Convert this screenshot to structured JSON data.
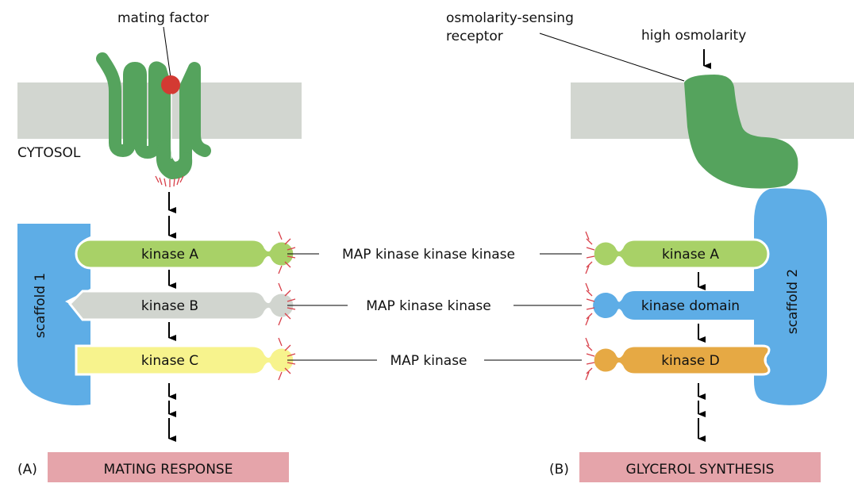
{
  "panel_a": {
    "tag": "(A)",
    "ligand_label": "mating factor",
    "compartment_label": "CYTOSOL",
    "scaffold_label": "scaffold 1",
    "kinases": [
      {
        "label": "kinase A",
        "color": "#a8d167"
      },
      {
        "label": "kinase B",
        "color": "#d1d5cf"
      },
      {
        "label": "kinase C",
        "color": "#f7f38d"
      }
    ],
    "response_label": "MATING RESPONSE"
  },
  "panel_b": {
    "tag": "(B)",
    "receptor_label_line1": "osmolarity-sensing",
    "receptor_label_line2": "receptor",
    "stimulus_label": "high osmolarity",
    "scaffold_label": "scaffold 2",
    "kinases": [
      {
        "label": "kinase A",
        "color": "#a8d167"
      },
      {
        "label": "kinase domain",
        "color": "#5eade6"
      },
      {
        "label": "kinase D",
        "color": "#e6a944"
      }
    ],
    "response_label": "GLYCEROL SYNTHESIS"
  },
  "center_labels": [
    "MAP kinase kinase kinase",
    "MAP kinase kinase",
    "MAP kinase"
  ],
  "colors": {
    "membrane": "#d2d6d0",
    "receptor": "#55a35d",
    "ligand": "#d33a32",
    "scaffold": "#5eade6",
    "response_box": "#e5a4aa",
    "activation_rays": "#d8404a"
  }
}
